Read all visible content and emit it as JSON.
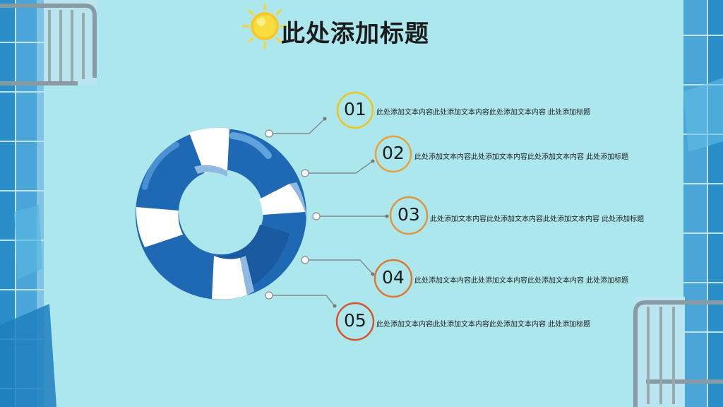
{
  "title": "此处添加标题",
  "items": [
    {
      "num": "01",
      "text": "此处添加文本内容此处添加文本内容此处添加文本内容 此处添加标题",
      "color": "#f0c419"
    },
    {
      "num": "02",
      "text": "此处添加文本内容此处添加文本内容此处添加文本内容 此处添加标题",
      "color": "#e9a23b"
    },
    {
      "num": "03",
      "text": "此处添加文本内容此处添加文本内容此处添加文本内容 此处添加标题",
      "color": "#e0953e"
    },
    {
      "num": "04",
      "text": "此处添加文本内容此处添加文本内容此处添加文本内容 此处添加标题",
      "color": "#e0772f"
    },
    {
      "num": "05",
      "text": "此处添加文本内容此处添加文本内容此处添加文本内容 此处添加标题",
      "color": "#d9532b"
    }
  ],
  "colors": {
    "background": "#ace7ee",
    "ring_blue": "#1f68b4",
    "ring_light": "#8fb9e0"
  },
  "icons": [
    "sun-icon",
    "lifebuoy-icon"
  ]
}
